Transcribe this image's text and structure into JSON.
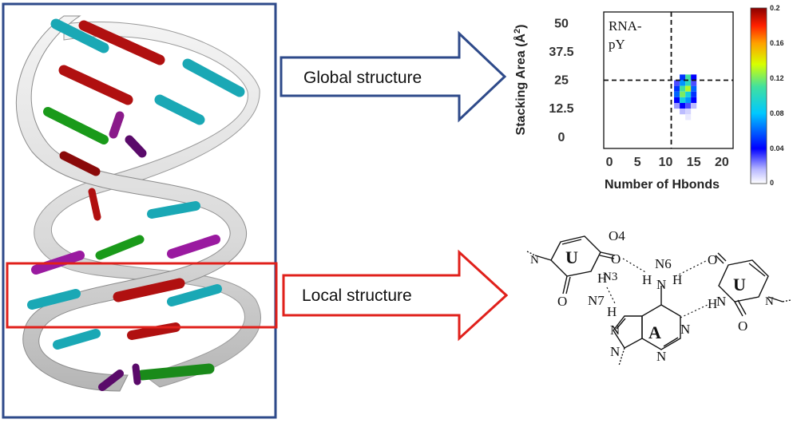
{
  "arrows": {
    "global_label": "Global structure",
    "local_label": "Local structure",
    "global_color": "#2e4a8a",
    "local_color": "#e0201b"
  },
  "frames": {
    "outer_color": "#2e4a8a",
    "highlight_color": "#e0201b"
  },
  "chart_data": {
    "type": "heatmap",
    "panel_label": "RNA-\npY",
    "panel_label_line1": "RNA-",
    "panel_label_line2": "pY",
    "xlabel": "Number of Hbonds",
    "ylabel": "Stacking Area (Å²)",
    "ylabel_main": "Stacking Area (Å",
    "ylabel_sup": "2",
    "ylabel_end": ")",
    "xlim": [
      -1,
      22
    ],
    "ylim": [
      -5,
      55
    ],
    "x_ticks": [
      "0",
      "5",
      "10",
      "15",
      "20"
    ],
    "y_ticks": [
      "0",
      "12.5",
      "25",
      "37.5",
      "50"
    ],
    "reference_lines": {
      "x": 11,
      "y": 25
    },
    "colorbar": {
      "min": 0,
      "max": 0.2,
      "ticks": [
        "0",
        "0.04",
        "0.08",
        "0.12",
        "0.16",
        "0.2"
      ]
    },
    "bin_size": [
      1,
      2.5
    ],
    "cells": [
      {
        "x": 14,
        "y": 26.25,
        "v": 0.11
      },
      {
        "x": 15,
        "y": 26.25,
        "v": 0.04
      },
      {
        "x": 13,
        "y": 26.25,
        "v": 0.05
      },
      {
        "x": 12,
        "y": 23.75,
        "v": 0.03
      },
      {
        "x": 13,
        "y": 23.75,
        "v": 0.07
      },
      {
        "x": 14,
        "y": 23.75,
        "v": 0.1
      },
      {
        "x": 15,
        "y": 23.75,
        "v": 0.03
      },
      {
        "x": 12,
        "y": 21.25,
        "v": 0.05
      },
      {
        "x": 13,
        "y": 21.25,
        "v": 0.11
      },
      {
        "x": 14,
        "y": 21.25,
        "v": 0.13
      },
      {
        "x": 15,
        "y": 21.25,
        "v": 0.06
      },
      {
        "x": 12,
        "y": 18.75,
        "v": 0.06
      },
      {
        "x": 13,
        "y": 18.75,
        "v": 0.12
      },
      {
        "x": 14,
        "y": 18.75,
        "v": 0.09
      },
      {
        "x": 15,
        "y": 18.75,
        "v": 0.05
      },
      {
        "x": 12,
        "y": 16.25,
        "v": 0.04
      },
      {
        "x": 13,
        "y": 16.25,
        "v": 0.09
      },
      {
        "x": 14,
        "y": 16.25,
        "v": 0.07
      },
      {
        "x": 15,
        "y": 16.25,
        "v": 0.04
      },
      {
        "x": 12,
        "y": 13.75,
        "v": 0.02
      },
      {
        "x": 13,
        "y": 13.75,
        "v": 0.04
      },
      {
        "x": 14,
        "y": 13.75,
        "v": 0.03
      },
      {
        "x": 15,
        "y": 13.75,
        "v": 0.015
      },
      {
        "x": 13,
        "y": 11.25,
        "v": 0.015
      },
      {
        "x": 14,
        "y": 11.25,
        "v": 0.01
      },
      {
        "x": 14,
        "y": 8.75,
        "v": 0.005
      }
    ]
  },
  "chem": {
    "labels": {
      "u_left": "U",
      "u_right": "U",
      "adenine": "A",
      "o4": "O4",
      "n6": "N6",
      "n3": "N3",
      "n7": "N7",
      "h_n3": "H",
      "h_n7": "H",
      "h_n6a": "H",
      "h_n6b": "H",
      "h_right": "H",
      "n_left_ring": "N",
      "n_right_ring": "N",
      "n_right_ring2": "N",
      "n_a1": "N",
      "n_a3": "N",
      "n_a9": "N",
      "n_a7": "N",
      "n6_atom": "N",
      "o_left_c2": "O",
      "o_left_c4": "O",
      "o_right_top": "O",
      "o_right_bottom": "O"
    }
  }
}
